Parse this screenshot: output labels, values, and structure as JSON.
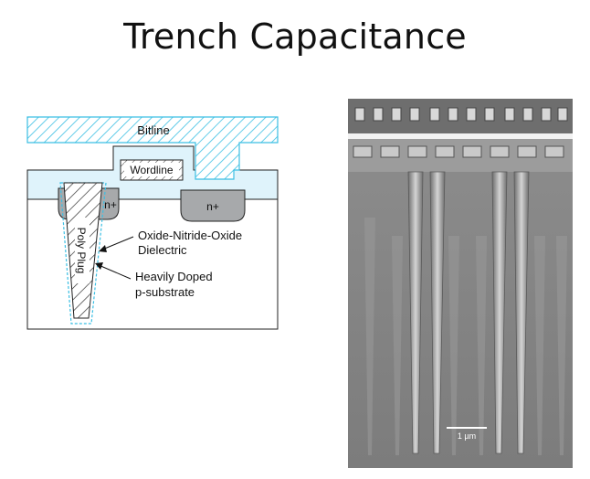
{
  "slide": {
    "title": "Trench Capacitance"
  },
  "diagram": {
    "labels": {
      "bitline": "Bitline",
      "wordline": "Wordline",
      "n_plus_left": "n+",
      "n_plus_right": "n+",
      "poly_plug": "Poly Plug",
      "dielectric_line1": "Oxide-Nitride-Oxide",
      "dielectric_line2": "Dielectric",
      "substrate_line1": "Heavily Doped",
      "substrate_line2": "p-substrate"
    },
    "colors": {
      "oxide_fill": "#dff3fb",
      "hatch_cyan": "#3bbfe3",
      "n_plus_fill": "#a7a9ab",
      "outline": "#222222"
    }
  },
  "micrograph": {
    "scale_bar_label": "1 µm"
  }
}
